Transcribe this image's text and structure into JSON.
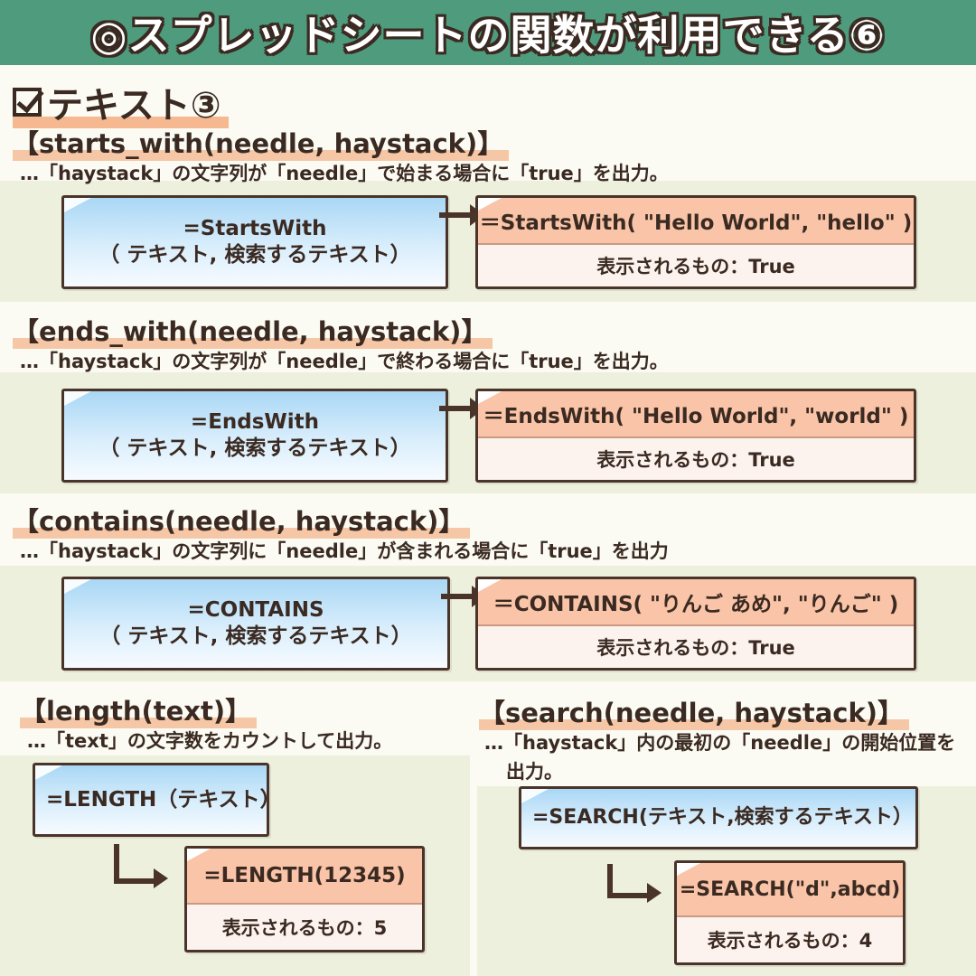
{
  "banner": {
    "title": "◎スプレッドシートの関数が利用できる⑥"
  },
  "section": {
    "label": "テキスト③"
  },
  "functions": [
    {
      "heading": "【starts_with(needle, haystack)】",
      "description": "…「haystack」の文字列が「needle」で始まる場合に「true」を出力。",
      "syntax_line1": "=StartsWith",
      "syntax_line2": "（ テキスト, 検索するテキスト）",
      "example": "＝StartsWith( \"Hello World\", \"hello\" )",
      "result": "表示されるもの：True"
    },
    {
      "heading": "【ends_with(needle, haystack)】",
      "description": "…「haystack」の文字列が「needle」で終わる場合に「true」を出力。",
      "syntax_line1": "=EndsWith",
      "syntax_line2": "（ テキスト, 検索するテキスト）",
      "example": "＝EndsWith( \"Hello World\", \"world\" )",
      "result": "表示されるもの：True"
    },
    {
      "heading": "【contains(needle, haystack)】",
      "description": "…「haystack」の文字列に「needle」が含まれる場合に「true」を出力",
      "syntax_line1": "=CONTAINS",
      "syntax_line2": "（ テキスト, 検索するテキスト）",
      "example": "＝CONTAINS( \"りんご あめ\", \"りんご\" )",
      "result": "表示されるもの：True"
    },
    {
      "heading": "【length(text)】",
      "description": "…「text」の文字数をカウントして出力。",
      "syntax_line1": "=LENGTH（テキスト）",
      "example": "=LENGTH(12345)",
      "result": "表示されるもの：5"
    },
    {
      "heading": "【search(needle, haystack)】",
      "description_line1": "…「haystack」内の最初の「needle」の開始位置を",
      "description_line2": "出力。",
      "syntax_line1": "=SEARCH(テキスト,検索するテキスト）",
      "example": "=SEARCH(\"d\",abcd)",
      "result": "表示されるもの：4"
    }
  ]
}
